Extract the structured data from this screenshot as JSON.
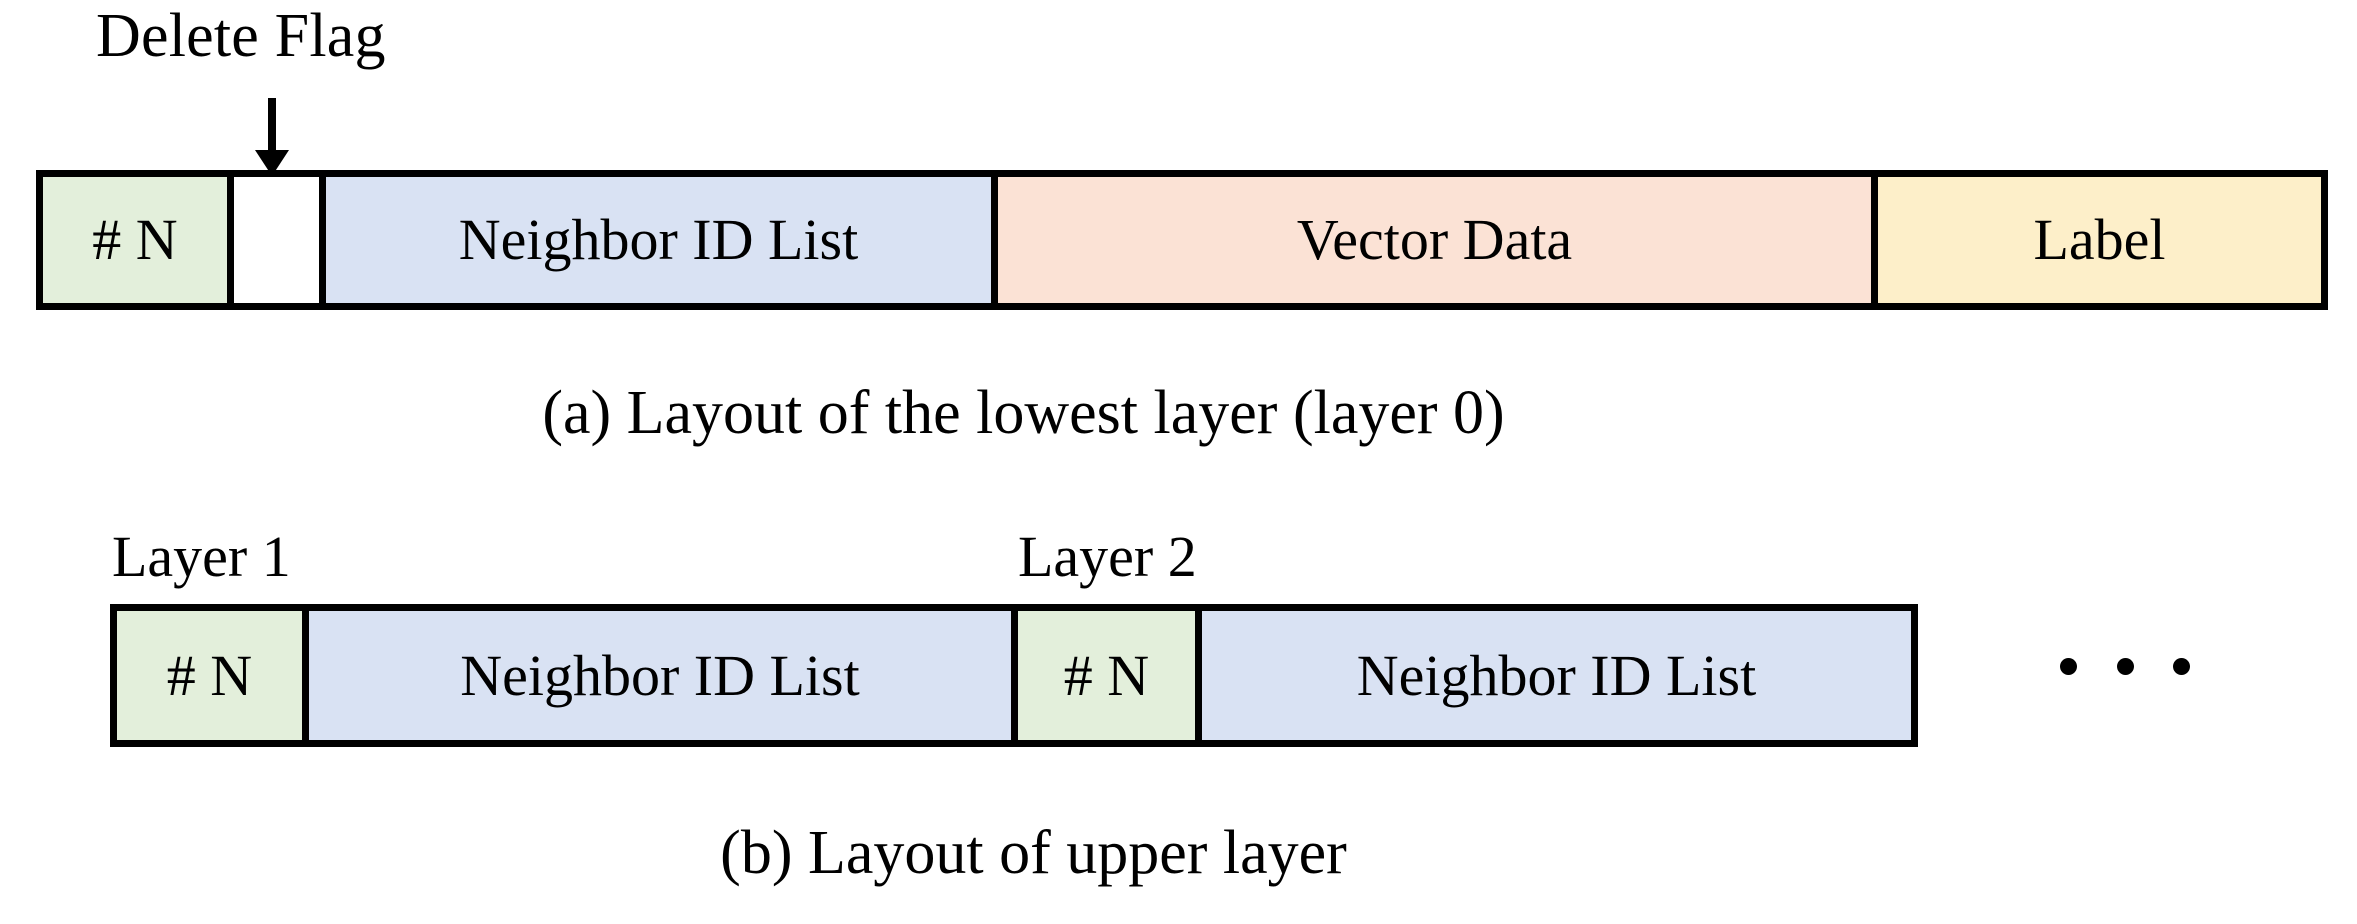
{
  "figure": {
    "annotation": {
      "delete_flag_label": "Delete Flag",
      "arrow_icon": "down-arrow-icon"
    },
    "section_a": {
      "caption": "(a) Layout of the lowest layer (layer 0)",
      "cells": [
        {
          "label": "# N",
          "color": "#E3EFDB",
          "name": "neighbor-count"
        },
        {
          "label": "",
          "color": "#FFFFFF",
          "name": "delete-flag"
        },
        {
          "label": "Neighbor ID List",
          "color": "#D9E2F3",
          "name": "neighbor-id-list"
        },
        {
          "label": "Vector Data",
          "color": "#FBE2D5",
          "name": "vector-data"
        },
        {
          "label": "Label",
          "color": "#FDEFC9",
          "name": "label"
        }
      ]
    },
    "section_b": {
      "caption": "(b) Layout of upper layer",
      "layer_tags": [
        {
          "label": "Layer 1"
        },
        {
          "label": "Layer 2"
        }
      ],
      "cells": [
        {
          "label": "# N",
          "color": "#E3EFDB",
          "name": "neighbor-count-layer-1"
        },
        {
          "label": "Neighbor ID List",
          "color": "#D9E2F3",
          "name": "neighbor-id-list-layer-1"
        },
        {
          "label": "# N",
          "color": "#E3EFDB",
          "name": "neighbor-count-layer-2"
        },
        {
          "label": "Neighbor ID List",
          "color": "#D9E2F3",
          "name": "neighbor-id-list-layer-2"
        }
      ],
      "continuation": "ellipsis-icon"
    },
    "colors": {
      "green": "#E3EFDB",
      "blue": "#D9E2F3",
      "peach": "#FBE2D5",
      "yellow": "#FDEFC9",
      "white": "#FFFFFF",
      "stroke": "#000000",
      "background": "#FFFFFF"
    }
  }
}
